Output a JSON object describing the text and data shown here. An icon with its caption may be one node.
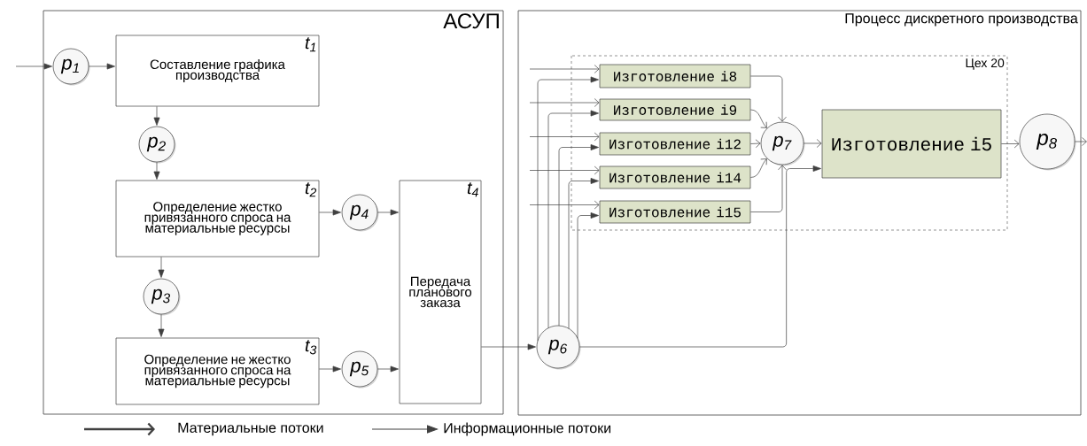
{
  "diagram": {
    "nodes": [
      {
        "text": [
          "АСУП"
        ]
      },
      {
        "text": [
          "p$_{1}$"
        ],
        "in": 0
      },
      {
        "text": [
          "t$_{1}$",
          "Составление графика производства"
        ],
        "in": 0
      },
      {
        "text": [
          "p$_{2}$"
        ],
        "in": 0
      },
      {
        "text": [
          "t$_{2}$",
          "Определение жестко привязанного спроса на материальные ресурсы"
        ],
        "in": 0
      },
      {
        "text": [
          "p$_{3}$"
        ],
        "in": 0
      },
      {
        "text": [
          "t$_{3}$",
          "Определение не жестко привязанного спроса на материальные ресурсы"
        ],
        "in": 0
      },
      {
        "text": [
          "p$_{4}$"
        ],
        "in": 0
      },
      {
        "text": [
          "p$_{5}$"
        ],
        "in": 0
      },
      {
        "text": [
          "t$_{4}$",
          "Передача планового заказа"
        ],
        "in": 0
      },
      {
        "text": [
          "Процесс дискретного производства"
        ]
      },
      {
        "text": [
          "p$_{6}$"
        ],
        "in": 10
      },
      {
        "text": [
          "Цех 20"
        ],
        "in": 10
      },
      {
        "text": [
          "Изготовление i8"
        ],
        "in": 12
      },
      {
        "text": [
          "Изготовление i9"
        ],
        "in": 12
      },
      {
        "text": [
          "Изготовление i12"
        ],
        "in": 12
      },
      {
        "text": [
          "Изготовление i14"
        ],
        "in": 12
      },
      {
        "text": [
          "Изготовление i15"
        ],
        "in": 12
      },
      {
        "text": [
          "p$_{7}$"
        ],
        "in": 12
      },
      {
        "text": [
          "Изготовление i5"
        ],
        "in": 12
      },
      {
        "text": [
          "p$_{8}$"
        ],
        "in": 10
      }
    ],
    "edges": [
      {
        "from": null,
        "to": 1,
        "arrow": "to"
      },
      {
        "from": 1,
        "to": 2,
        "arrow": "to"
      },
      {
        "from": 2,
        "to": 3,
        "arrow": "to"
      },
      {
        "from": 3,
        "to": 4,
        "arrow": "to"
      },
      {
        "from": 4,
        "to": 7,
        "arrow": "to"
      },
      {
        "from": 4,
        "to": 5,
        "arrow": "to"
      },
      {
        "from": 5,
        "to": 6,
        "arrow": "to"
      },
      {
        "from": 6,
        "to": 8,
        "arrow": "to"
      },
      {
        "from": 7,
        "to": 9,
        "arrow": "to"
      },
      {
        "from": 8,
        "to": 9,
        "arrow": "to"
      },
      {
        "from": 9,
        "to": 11,
        "arrow": "to"
      },
      {
        "from": 11,
        "to": 13,
        "arrow": "to"
      },
      {
        "from": 11,
        "to": 14,
        "arrow": "to"
      },
      {
        "from": 11,
        "to": 15,
        "arrow": "to"
      },
      {
        "from": 11,
        "to": 16,
        "arrow": "to"
      },
      {
        "from": 11,
        "to": 17,
        "arrow": "to"
      },
      {
        "from": 11,
        "to": 19,
        "arrow": "to"
      },
      {
        "from": null,
        "to": 13,
        "arrow": "to"
      },
      {
        "from": null,
        "to": 14,
        "arrow": "to"
      },
      {
        "from": null,
        "to": 15,
        "arrow": "to"
      },
      {
        "from": null,
        "to": 16,
        "arrow": "to"
      },
      {
        "from": null,
        "to": 17,
        "arrow": "to"
      },
      {
        "from": 13,
        "to": 18,
        "arrow": "to"
      },
      {
        "from": 14,
        "to": 18,
        "arrow": "to"
      },
      {
        "from": 15,
        "to": 18,
        "arrow": "to"
      },
      {
        "from": 16,
        "to": 18,
        "arrow": "to"
      },
      {
        "from": 17,
        "to": 18,
        "arrow": "to"
      },
      {
        "from": 18,
        "to": 19,
        "arrow": "to"
      },
      {
        "from": 19,
        "to": 20,
        "arrow": "to"
      },
      {
        "from": 20,
        "to": null,
        "arrow": "to"
      }
    ],
    "legend": [
      {
        "text": "Материальные потоки"
      },
      {
        "text": "Информационные потоки"
      }
    ]
  }
}
